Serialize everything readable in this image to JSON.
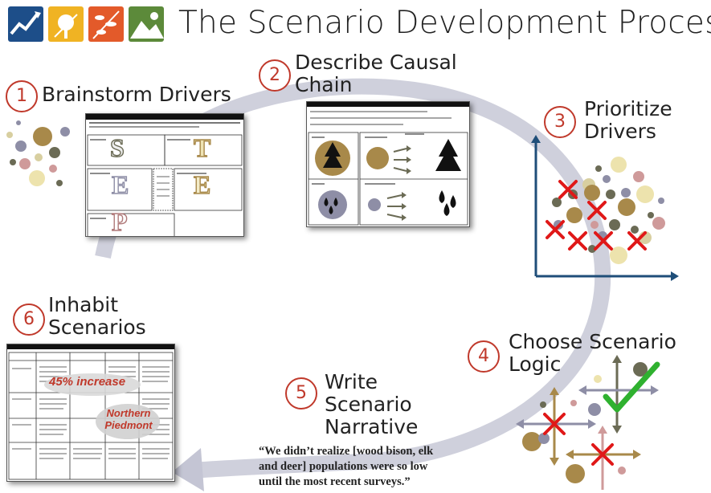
{
  "title": "The Scenario Development Process",
  "logos": [
    "line-chart-logo-icon",
    "tree-logo-icon",
    "leaves-logo-icon",
    "landscape-logo-icon"
  ],
  "colors": {
    "accent_red": "#c0392b",
    "arrow_gray": "#c9cad8",
    "axis_blue": "#1f4e79",
    "tan": "#a8894a",
    "gray_blue": "#8e8ea6",
    "olive": "#6b6b55",
    "check_green": "#2fb12f"
  },
  "steps": [
    {
      "num": "1",
      "label": "Brainstorm Drivers"
    },
    {
      "num": "2",
      "label_line1": "Describe Causal",
      "label_line2": "Chain"
    },
    {
      "num": "3",
      "label_line1": "Prioritize",
      "label_line2": "Drivers"
    },
    {
      "num": "4",
      "label_line1": "Choose Scenario",
      "label_line2": "Logic"
    },
    {
      "num": "5",
      "label_line1": "Write",
      "label_line2": "Scenario",
      "label_line3": "Narrative"
    },
    {
      "num": "6",
      "label_line1": "Inhabit",
      "label_line2": "Scenarios"
    }
  ],
  "steep": {
    "s": "S",
    "t": "T",
    "e1": "E",
    "e2": "E",
    "p": "P"
  },
  "habitat": {
    "increase": "45% increase",
    "region_line1": "Northern",
    "region_line2": "Piedmont"
  },
  "quote": "“We didn’t realize [wood bison, elk and deer] populations were so low until the most recent surveys.”"
}
